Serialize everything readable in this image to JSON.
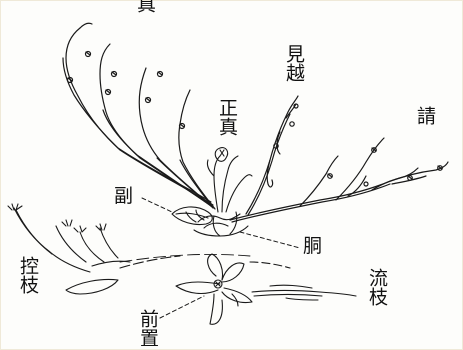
{
  "labels": {
    "shin": "真",
    "mikoshi": "見越",
    "shoshin": "正真",
    "uke": "請",
    "soe": "副",
    "do": "胴",
    "hikae": "控枝",
    "nagashi": "流枝",
    "maeoki": "前置"
  },
  "colors": {
    "ink": "#1a1a1a",
    "paper": "#fdfdfb"
  }
}
